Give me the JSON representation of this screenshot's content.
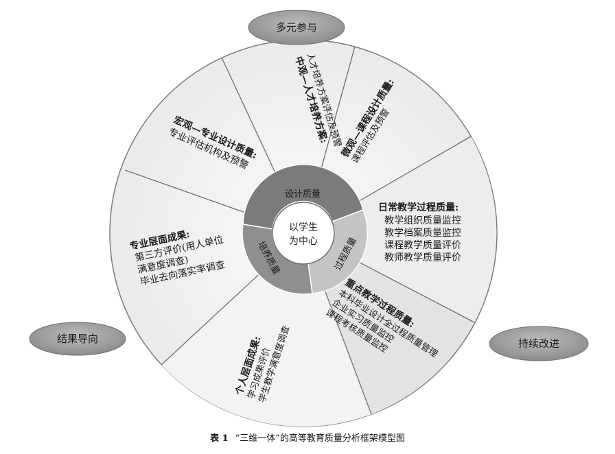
{
  "pills": {
    "top": "多元参与",
    "left": "结果导向",
    "right": "持续改进"
  },
  "center": {
    "line1": "以学生",
    "line2": "为中心"
  },
  "ring": {
    "design": "设计质量",
    "process": "过程质量",
    "train": "培养质量"
  },
  "sectors": {
    "macro": {
      "title": "宏观—专业设计质量:",
      "lines": [
        "专业评估机构及预警"
      ]
    },
    "meso": {
      "title": "中观—人才培养方案:",
      "lines": [
        "人才培养方案评估及预警"
      ]
    },
    "micro": {
      "title": "微观—课程设计质量:",
      "lines": [
        "课程评估及预警"
      ]
    },
    "daily": {
      "title": "日常教学过程质量:",
      "lines": [
        "教学组织质量监控",
        "教学档案质量监控",
        "课程教学质量评价",
        "教师教学质量评价"
      ]
    },
    "key": {
      "title": "重点教学过程质量:",
      "lines": [
        "本科毕业设计全过程质量管理",
        "企业实习质量监控",
        "课程考核质量监控"
      ]
    },
    "personal": {
      "title": "个人层面成果:",
      "lines": [
        "学习成果评价",
        "学生教学满意度调查"
      ]
    },
    "major": {
      "title": "专业层面成果:",
      "lines": [
        "第三方评价(用人单位",
        "满意度调查)",
        "毕业去向落实率调查"
      ]
    }
  },
  "caption": {
    "id": "表 1",
    "text": "“三维一体”的高等教育质量分析框架模型图"
  },
  "colors": {
    "outer_light": "#f2f2f2",
    "outer_mid": "#e4e4e4",
    "ring_dark": "#7b7b7b",
    "ring_light": "#c9c9c9",
    "pill": "#9a9a9a"
  }
}
